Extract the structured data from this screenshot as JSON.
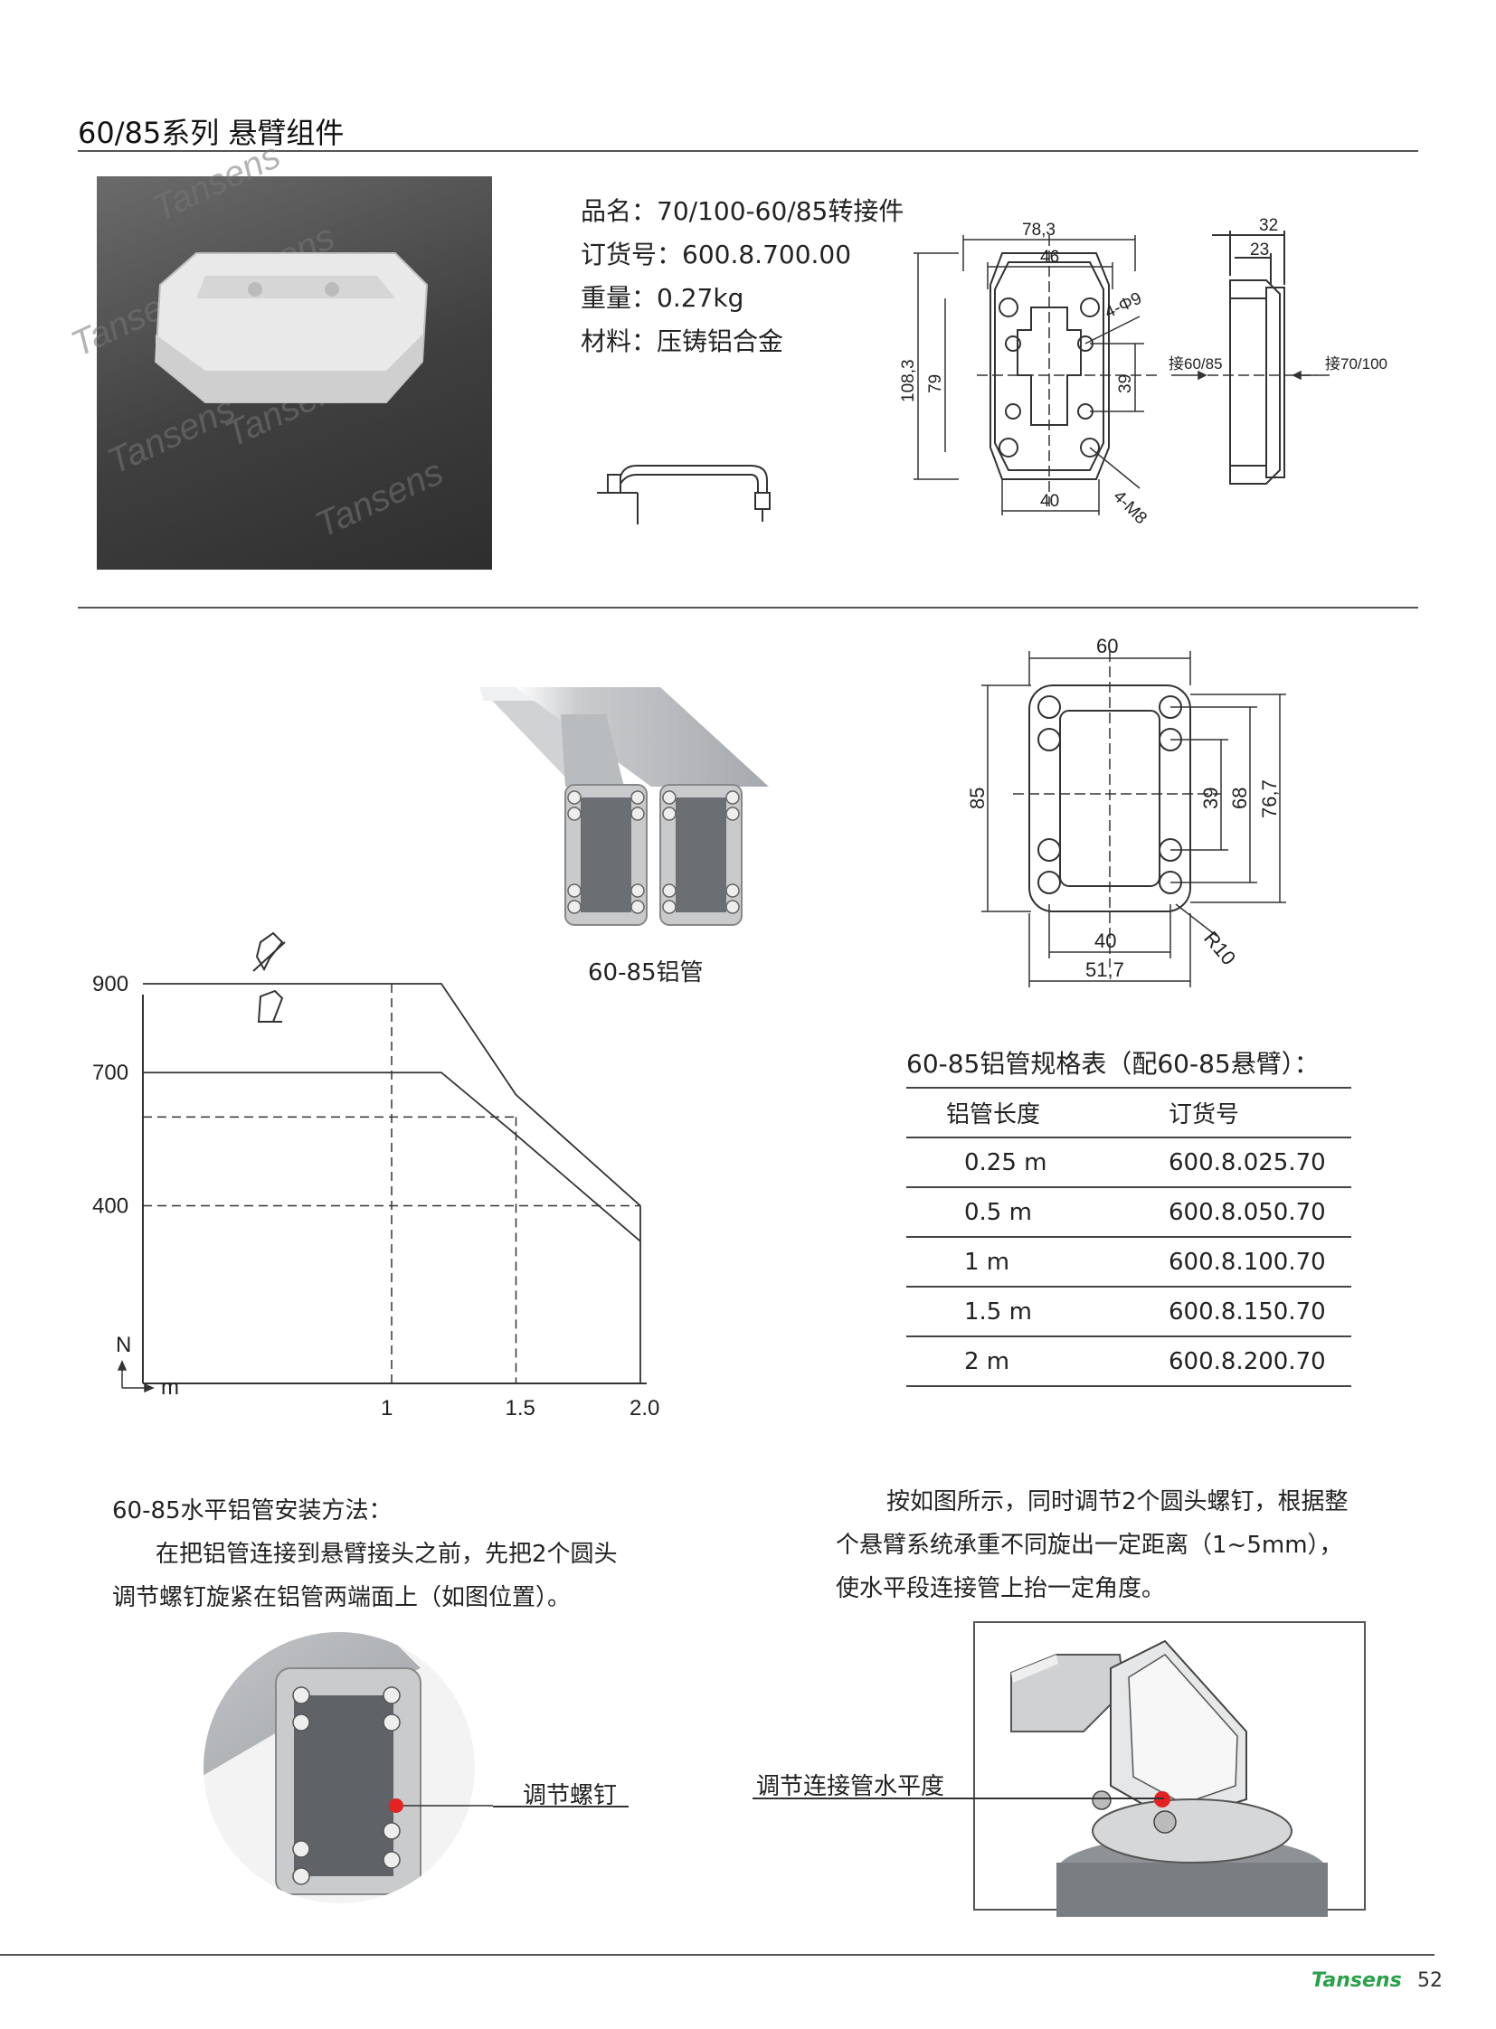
{
  "header": {
    "title": "60/85系列  悬臂组件"
  },
  "product": {
    "name_label": "品名：",
    "name_value": "70/100-60/85转接件",
    "order_label": "订货号：",
    "order_value": "600.8.700.00",
    "weight_label": "重量：",
    "weight_value": "0.27kg",
    "material_label": "材料：",
    "material_value": "压铸铝合金"
  },
  "watermark": "Tansens",
  "drawing1": {
    "dim_width": "78,3",
    "dim_inner": "46",
    "dim_holes": "4-Φ9",
    "dim_height": "108,3",
    "dim_inner_h": "79",
    "dim_39": "39",
    "dim_bottom": "40",
    "dim_screws": "4-M8",
    "label_left": "接60/85",
    "label_right": "接70/100",
    "side_32": "32",
    "side_23": "23"
  },
  "tube": {
    "caption": "60-85铝管"
  },
  "drawing2": {
    "dim_60": "60",
    "dim_85": "85",
    "dim_39": "39",
    "dim_68": "68",
    "dim_767": "76,7",
    "dim_r10": "R10",
    "dim_40": "40",
    "dim_517": "51,7"
  },
  "chart_data": {
    "type": "line",
    "title": "",
    "xlabel": "m",
    "ylabel": "N",
    "x_ticks": [
      "1",
      "1.5",
      "2.0"
    ],
    "y_ticks": [
      "900",
      "700",
      "400"
    ],
    "xlim": [
      0,
      2.0
    ],
    "ylim": [
      0,
      900
    ],
    "series": [
      {
        "points": [
          [
            0,
            900
          ],
          [
            1,
            900
          ],
          [
            1.2,
            900
          ],
          [
            1.5,
            650
          ],
          [
            2.0,
            400
          ]
        ]
      },
      {
        "points": [
          [
            0,
            700
          ],
          [
            1,
            700
          ],
          [
            1.2,
            700
          ],
          [
            1.5,
            560
          ],
          [
            2.0,
            320
          ]
        ]
      }
    ],
    "reference_lines": [
      {
        "x": 1.5,
        "y": 600
      },
      {
        "y": 400
      }
    ]
  },
  "spec_table": {
    "title": "60-85铝管规格表（配60-85悬臂）：",
    "headers": [
      "铝管长度",
      "订货号"
    ],
    "rows": [
      [
        "0.25 m",
        "600.8.025.70"
      ],
      [
        "0.5 m",
        "600.8.050.70"
      ],
      [
        "1 m",
        "600.8.100.70"
      ],
      [
        "1.5 m",
        "600.8.150.70"
      ],
      [
        "2 m",
        "600.8.200.70"
      ]
    ]
  },
  "install": {
    "title": "60-85水平铝管安装方法：",
    "para1_line1": "在把铝管连接到悬臂接头之前，先把2个圆头",
    "para1_line2": "调节螺钉旋紧在铝管两端面上（如图位置）。",
    "para2_line1": "按如图所示，同时调节2个圆头螺钉，根据整",
    "para2_line2": "个悬臂系统承重不同旋出一定距离（1~5mm），",
    "para2_line3": "使水平段连接管上抬一定角度。",
    "callout_screw": "调节螺钉",
    "callout_level": "调节连接管水平度"
  },
  "footer": {
    "brand": "Tansens",
    "page": "52"
  },
  "colors": {
    "brand_green": "#2aa14a",
    "marker_red": "#e52222"
  }
}
